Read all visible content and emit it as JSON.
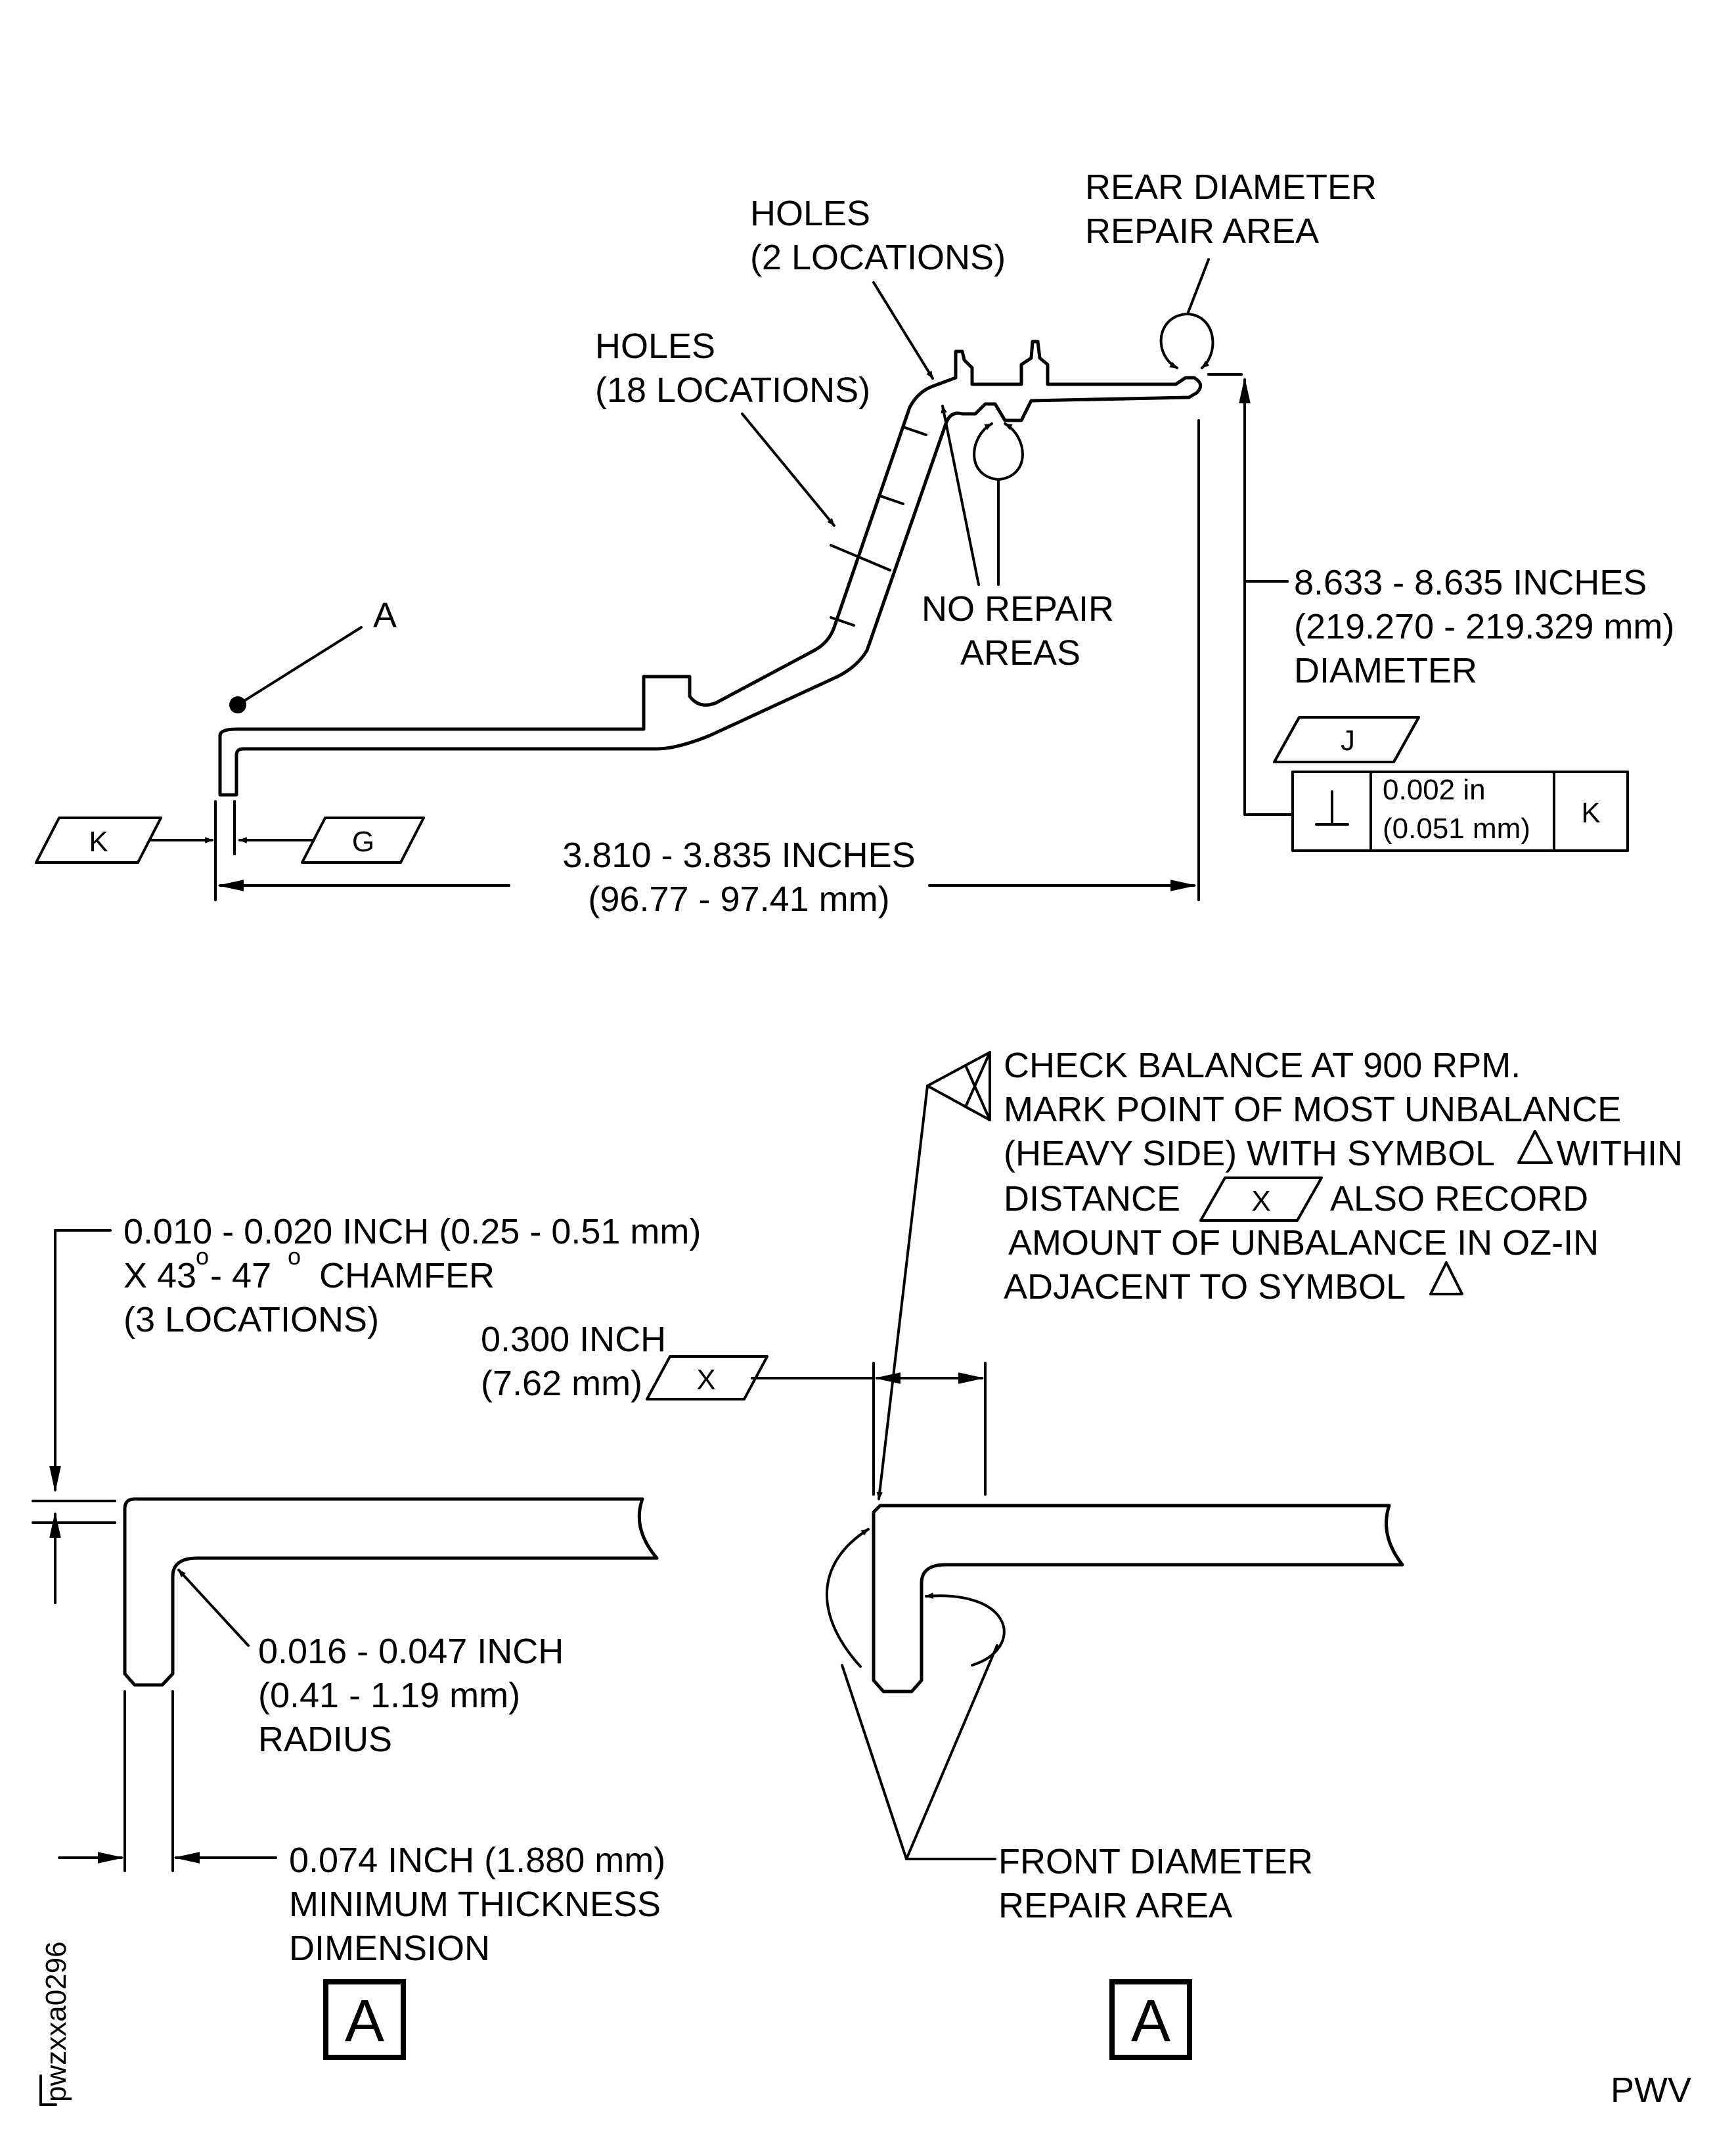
{
  "callouts": {
    "rear_repair": [
      "REAR DIAMETER",
      "REPAIR AREA"
    ],
    "holes_2": [
      "HOLES",
      "(2 LOCATIONS)"
    ],
    "holes_18": [
      "HOLES",
      "(18 LOCATIONS)"
    ],
    "no_repair": [
      "NO REPAIR",
      "AREAS"
    ],
    "point_a": "A",
    "diameter": [
      "8.633 - 8.635 INCHES",
      "(219.270 - 219.329 mm)",
      "DIAMETER"
    ],
    "length": [
      "3.810 - 3.835 INCHES",
      "(96.77 - 97.41 mm)"
    ],
    "chamfer": [
      "0.010 - 0.020 INCH (0.25 - 0.51 mm)",
      "X 43",
      "o",
      "- 47",
      "o",
      "CHAMFER",
      "(3 LOCATIONS)"
    ],
    "x_dim": [
      "0.300 INCH",
      "(7.62 mm)"
    ],
    "balance": [
      "CHECK BALANCE AT 900 RPM.",
      "MARK POINT OF MOST UNBALANCE",
      "(HEAVY SIDE) WITH SYMBOL",
      "WITHIN",
      "DISTANCE",
      "ALSO RECORD",
      "AMOUNT OF UNBALANCE IN OZ-IN",
      "ADJACENT TO SYMBOL"
    ],
    "radius": [
      "0.016 - 0.047 INCH",
      "(0.41 - 1.19 mm)",
      "RADIUS"
    ],
    "thickness": [
      "0.074 INCH (1.880 mm)",
      "MINIMUM THICKNESS",
      "DIMENSION"
    ],
    "front_repair": [
      "FRONT DIAMETER",
      "REPAIR AREA"
    ]
  },
  "datums": {
    "k": "K",
    "g": "G",
    "j": "J",
    "x": "X"
  },
  "tolerance_frame": {
    "symbol": "⊥",
    "value": [
      "0.002 in",
      "(0.051 mm)"
    ],
    "datum": "K"
  },
  "view_labels": [
    "A",
    "A"
  ],
  "figure_id": "pwzxxa0296",
  "footer_code": "PWV",
  "icons": [
    "perpendicularity-symbol",
    "balance-flag-symbol",
    "delta-symbol"
  ]
}
